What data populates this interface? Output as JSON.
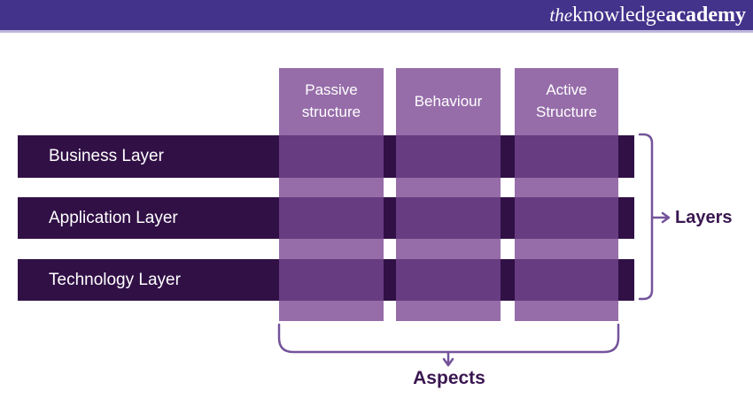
{
  "brand": {
    "the": "the",
    "knowledge": "knowledge",
    "academy": "academy"
  },
  "diagram": {
    "columns": [
      {
        "label": "Passive structure"
      },
      {
        "label": "Behaviour"
      },
      {
        "label": "Active Structure"
      }
    ],
    "rows": [
      {
        "label": "Business Layer"
      },
      {
        "label": "Application Layer"
      },
      {
        "label": "Technology Layer"
      }
    ],
    "right_bracket_label": "Layers",
    "bottom_bracket_label": "Aspects"
  },
  "colors": {
    "topbar_background": "#43338B",
    "topbar_border": "#BEB4DB",
    "column_bar": "#966DA9",
    "row_bar": "#311046",
    "intersection_cell": "#673C80",
    "bracket_line": "#74539B",
    "bracket_label_text": "#3B1751",
    "header_text": "#FFFFFF",
    "row_text": "#FFFFFF"
  }
}
